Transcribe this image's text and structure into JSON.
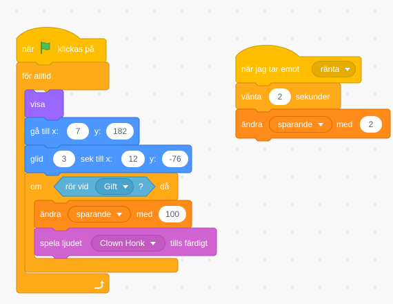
{
  "colors": {
    "events": "#ffbf00",
    "events_border": "#cc9900",
    "control": "#ffab19",
    "control_border": "#cf8b17",
    "looks": "#9966ff",
    "looks_border": "#774dcb",
    "motion": "#4c97ff",
    "motion_border": "#3373cc",
    "sensing": "#5cb1d6",
    "sensing_border": "#2e8eb8",
    "variables": "#ff8c1a",
    "variables_border": "#db6e00",
    "sound": "#cf63cf",
    "sound_border": "#bd42bd",
    "flag": "#4cbf56"
  },
  "script1": {
    "hat": {
      "prefix": "när",
      "icon": "green-flag-icon",
      "suffix": "klickas på"
    },
    "forever": {
      "label": "för alltid",
      "icon": "loop-arrow-icon"
    },
    "show": {
      "label": "visa"
    },
    "goto": {
      "label": "gå till x:",
      "x_value": "7",
      "y_label": "y:",
      "y_value": "182"
    },
    "glide": {
      "label": "glid",
      "secs": "3",
      "secs_label": "sek till x:",
      "x_value": "12",
      "y_label": "y:",
      "y_value": "-76"
    },
    "if": {
      "label": "om",
      "then_label": "då"
    },
    "touching": {
      "label": "rör vid",
      "target": "Gift",
      "question": "?"
    },
    "change_var": {
      "label": "ändra",
      "variable": "sparande",
      "by_label": "med",
      "value": "100"
    },
    "play_sound": {
      "label": "spela ljudet",
      "sound": "Clown Honk",
      "suffix": "tills färdigt"
    }
  },
  "script2": {
    "hat": {
      "label": "när jag tar emot",
      "message": "ränta"
    },
    "wait": {
      "label": "vänta",
      "value": "2",
      "suffix": "sekunder"
    },
    "change_var": {
      "label": "ändra",
      "variable": "sparande",
      "by_label": "med",
      "value": "2"
    }
  }
}
